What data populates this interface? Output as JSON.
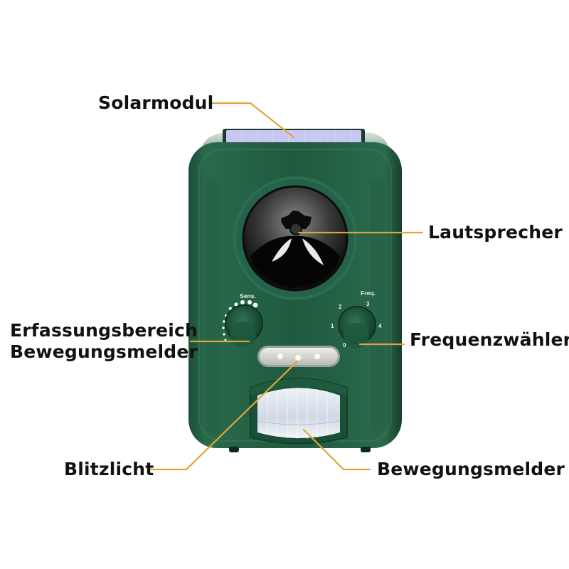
{
  "product": {
    "body_color": "#1f5a3e",
    "body_color_dark": "#154530",
    "body_color_light": "#2e6e50",
    "leader_color": "#e0a53a",
    "solar_color": "#c9c6f2"
  },
  "labels": {
    "solarmodul": "Solarmodul",
    "lautsprecher": "Lautsprecher",
    "erfassungsbereich_line1": "Erfassungsbereich",
    "erfassungsbereich_line2": "Bewegungsmelder",
    "frequenzwaehler": "Frequenzwähler",
    "blitzlicht": "Blitzlicht",
    "bewegungsmelder": "Bewegungsmelder"
  },
  "device_text": {
    "sens_label": "Sens.",
    "freq_label": "Freq.",
    "freq_ticks": [
      "0",
      "1",
      "2",
      "3",
      "4"
    ]
  }
}
